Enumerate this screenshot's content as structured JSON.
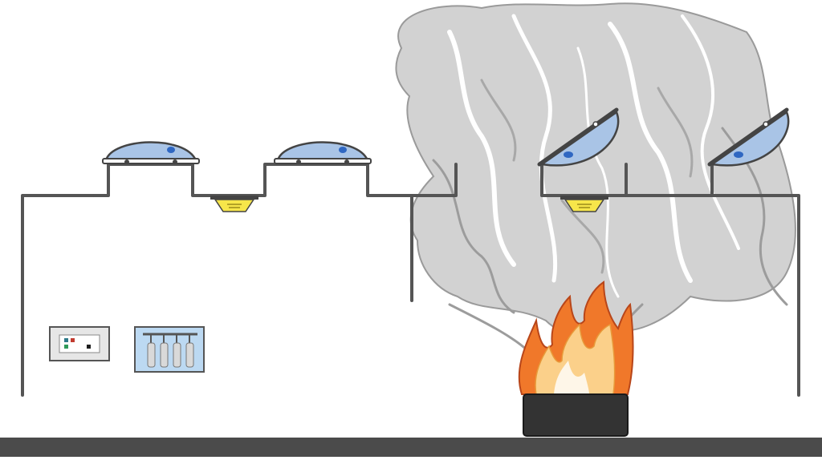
{
  "scene": {
    "vents": [
      {
        "id": "vent-1",
        "state": "closed"
      },
      {
        "id": "vent-2",
        "state": "closed"
      },
      {
        "id": "vent-3",
        "state": "open"
      },
      {
        "id": "vent-4",
        "state": "open"
      }
    ],
    "smoke_detectors": [
      {
        "id": "detector-1",
        "state": "idle"
      },
      {
        "id": "detector-2",
        "state": "triggered"
      }
    ],
    "control_panel": {
      "button_colors": [
        "#2f7a8a",
        "#c23b2f",
        "#2f9a5a",
        "#1e1e1e"
      ]
    },
    "gas_cylinders": {
      "count": 4
    },
    "fire": {
      "present": true
    },
    "colors": {
      "dome": "#a9c4e6",
      "detector": "#f7e64a",
      "smoke": "#c9c9c9",
      "flame_outer": "#f0782a",
      "flame_inner": "#fbd08a",
      "floor": "#4b4b4b",
      "fire_base": "#333333"
    }
  }
}
